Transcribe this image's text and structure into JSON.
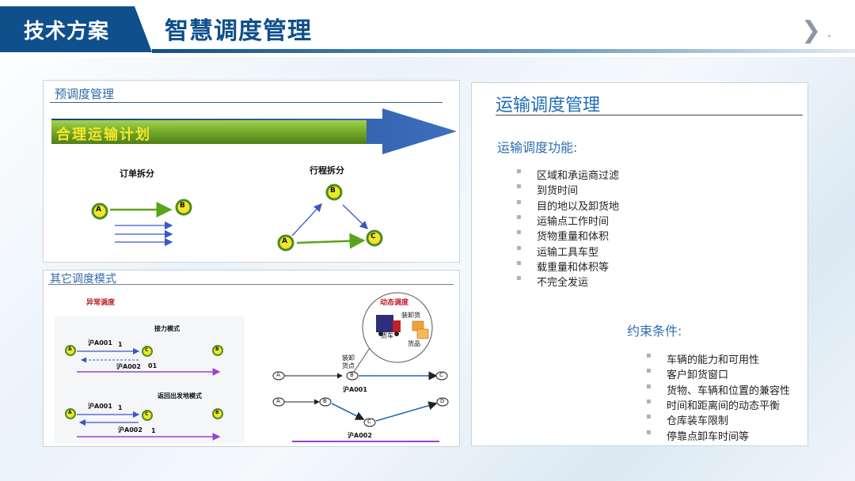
{
  "header": {
    "tab_label": "技术方案",
    "title": "智慧调度管理"
  },
  "pre_dispatch": {
    "heading": "预调度管理",
    "banner": "合理运输计划",
    "order_split": {
      "title": "订单拆分",
      "node_a": "A",
      "node_b": "B"
    },
    "trip_split": {
      "title": "行程拆分",
      "node_a": "A",
      "node_b": "B",
      "node_c": "C"
    }
  },
  "other_modes": {
    "heading": "其它调度模式",
    "exception": {
      "title": "异常调度",
      "mode1": "接力模式",
      "mode2": "返回出发地模式",
      "row1_plate": "沪A001",
      "row1_num": "1",
      "row2_plate": "沪A002",
      "row2_num": "01",
      "row3_plate": "沪A001",
      "row3_num": "1",
      "row4_plate": "沪A002",
      "row4_num": "1",
      "node_a": "A",
      "node_b": "B",
      "node_c": "C"
    },
    "dynamic": {
      "title": "动态调度",
      "bubble_load": "装卸货",
      "bubble_truck": "货车",
      "bubble_goods": "货品",
      "callout": "装卸货点",
      "node_a": "A",
      "node_b": "B",
      "node_c": "C",
      "node_d": "D",
      "route1": "沪A001",
      "route2": "沪A002"
    }
  },
  "transport": {
    "title": "运输调度管理",
    "functions_heading": "运输调度功能:",
    "functions": [
      "区域和承运商过滤",
      "到货时间",
      "目的地以及卸货地",
      "运输点工作时间",
      "货物重量和体积",
      "运输工具车型",
      "载重量和体积等",
      "不完全发运"
    ],
    "constraints_heading": "约束条件:",
    "constraints": [
      "车辆的能力和可用性",
      "客户卸货窗口",
      "货物、车辆和位置的兼容性",
      "时间和距离间的动态平衡",
      "仓库装车限制",
      "停靠点卸车时间等"
    ]
  },
  "colors": {
    "brand_blue": "#0e4f8c",
    "arrow_blue": "#2a5aa0",
    "banner_green": "#7bb32e",
    "node_yellow": "#f2e52a",
    "node_green": "#4d8c1f",
    "line_green": "#5aa41c",
    "line_blue": "#3b57c4",
    "line_purple": "#9b3fd6",
    "label_red": "#c0202a"
  }
}
